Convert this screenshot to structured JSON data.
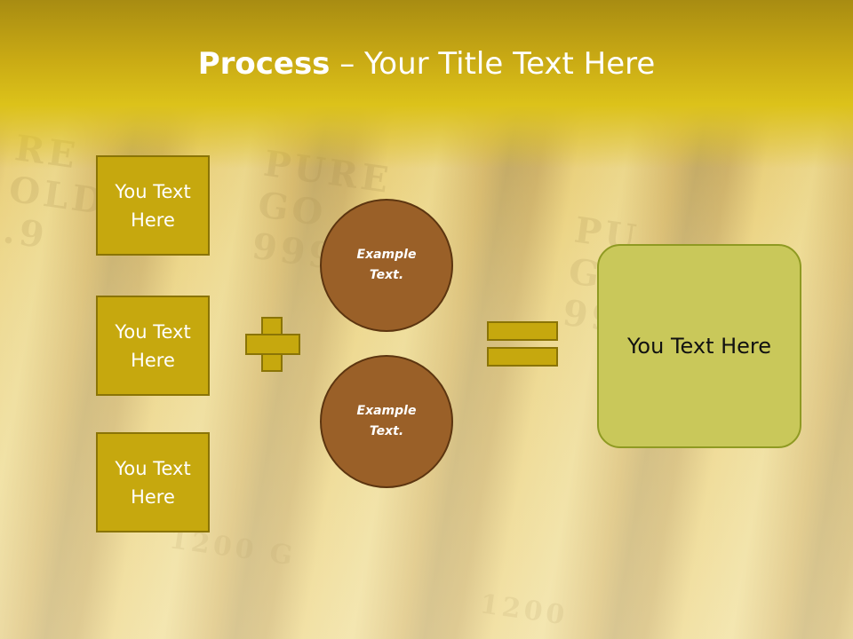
{
  "slide": {
    "title_bold": "Process",
    "title_rest": " – Your Title Text Here"
  },
  "left_boxes": [
    {
      "label": "You Text Here"
    },
    {
      "label": "You Text Here"
    },
    {
      "label": "You Text Here"
    }
  ],
  "circles": [
    {
      "label": "Example Text."
    },
    {
      "label": "Example Text."
    }
  ],
  "result": {
    "label": "You Text Here"
  },
  "operators": {
    "plus": "plus-icon",
    "equals": "equals-icon"
  },
  "colors": {
    "title_band": "#c9aa14",
    "box_fill": "#c6a80e",
    "circle_fill": "#9a6028",
    "result_fill": "#c9c85a"
  }
}
